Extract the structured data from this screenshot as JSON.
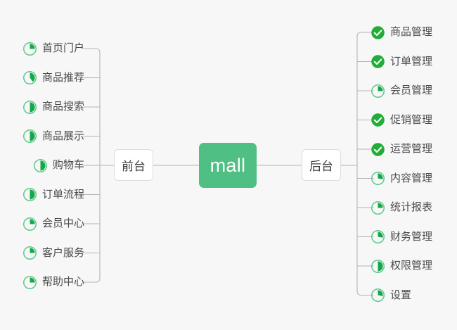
{
  "diagram": {
    "type": "mind-map",
    "background_color": "#f7f7f7",
    "center": {
      "label": "mall",
      "color": "#4fbf84",
      "text_color": "#ffffff"
    },
    "branches": [
      {
        "id": "frontend",
        "label": "前台",
        "side": "left"
      },
      {
        "id": "backend",
        "label": "后台",
        "side": "right"
      }
    ],
    "colors": {
      "ring_track": "#5ec98c",
      "ring_fill": "#14a84a",
      "check_circle": "#22ac38",
      "check_mark": "#ffffff",
      "connector": "#b5b5b5",
      "node_border": "#dcdcdc",
      "node_background": "#ffffff",
      "label_text": "#4a4a4a"
    },
    "left_items": [
      {
        "label": "首页门户",
        "icon": "progress-ring-icon",
        "progress": 25
      },
      {
        "label": "商品推荐",
        "icon": "progress-ring-icon",
        "progress": 40
      },
      {
        "label": "商品搜索",
        "icon": "progress-ring-icon",
        "progress": 50
      },
      {
        "label": "商品展示",
        "icon": "progress-ring-icon",
        "progress": 50
      },
      {
        "label": "购物车",
        "icon": "progress-ring-icon",
        "progress": 50
      },
      {
        "label": "订单流程",
        "icon": "progress-ring-icon",
        "progress": 50
      },
      {
        "label": "会员中心",
        "icon": "progress-ring-icon",
        "progress": 25
      },
      {
        "label": "客户服务",
        "icon": "progress-ring-icon",
        "progress": 25
      },
      {
        "label": "帮助中心",
        "icon": "progress-ring-icon",
        "progress": 25
      }
    ],
    "right_items": [
      {
        "label": "商品管理",
        "icon": "check-circle-icon",
        "progress": 100
      },
      {
        "label": "订单管理",
        "icon": "check-circle-icon",
        "progress": 100
      },
      {
        "label": "会员管理",
        "icon": "progress-ring-icon",
        "progress": 25
      },
      {
        "label": "促销管理",
        "icon": "check-circle-icon",
        "progress": 100
      },
      {
        "label": "运营管理",
        "icon": "check-circle-icon",
        "progress": 100
      },
      {
        "label": "内容管理",
        "icon": "progress-ring-icon",
        "progress": 28
      },
      {
        "label": "统计报表",
        "icon": "progress-ring-icon",
        "progress": 25
      },
      {
        "label": "财务管理",
        "icon": "progress-ring-icon",
        "progress": 28
      },
      {
        "label": "权限管理",
        "icon": "progress-ring-icon",
        "progress": 50
      },
      {
        "label": "设置",
        "icon": "progress-ring-icon",
        "progress": 28
      }
    ]
  }
}
